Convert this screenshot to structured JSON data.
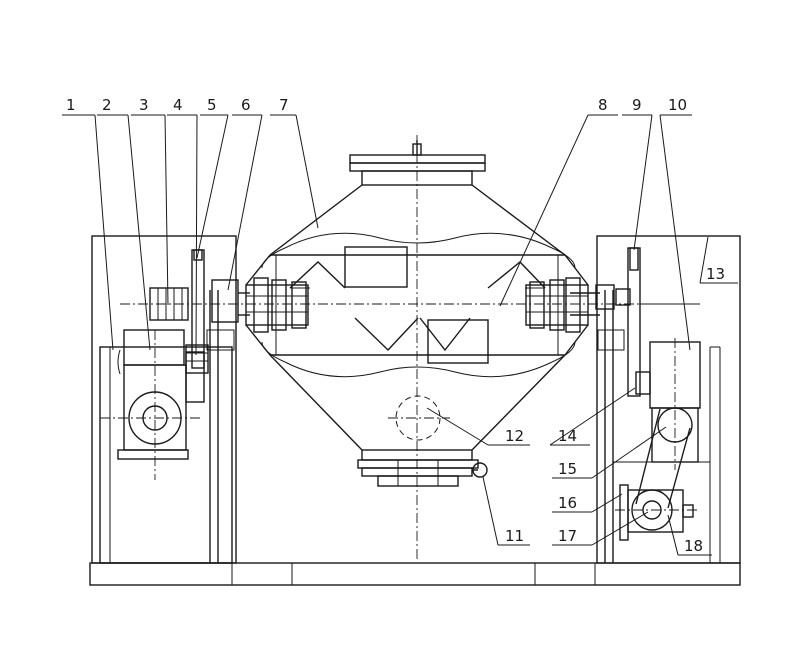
{
  "callouts": [
    {
      "id": "c1",
      "text": "1"
    },
    {
      "id": "c2",
      "text": "2"
    },
    {
      "id": "c3",
      "text": "3"
    },
    {
      "id": "c4",
      "text": "4"
    },
    {
      "id": "c5",
      "text": "5"
    },
    {
      "id": "c6",
      "text": "6"
    },
    {
      "id": "c7",
      "text": "7"
    },
    {
      "id": "c8",
      "text": "8"
    },
    {
      "id": "c9",
      "text": "9"
    },
    {
      "id": "c10",
      "text": "10"
    },
    {
      "id": "c11",
      "text": "11"
    },
    {
      "id": "c12",
      "text": "12"
    },
    {
      "id": "c13",
      "text": "13"
    },
    {
      "id": "c14",
      "text": "14"
    },
    {
      "id": "c15",
      "text": "15"
    },
    {
      "id": "c16",
      "text": "16"
    },
    {
      "id": "c17",
      "text": "17"
    },
    {
      "id": "c18",
      "text": "18"
    }
  ]
}
